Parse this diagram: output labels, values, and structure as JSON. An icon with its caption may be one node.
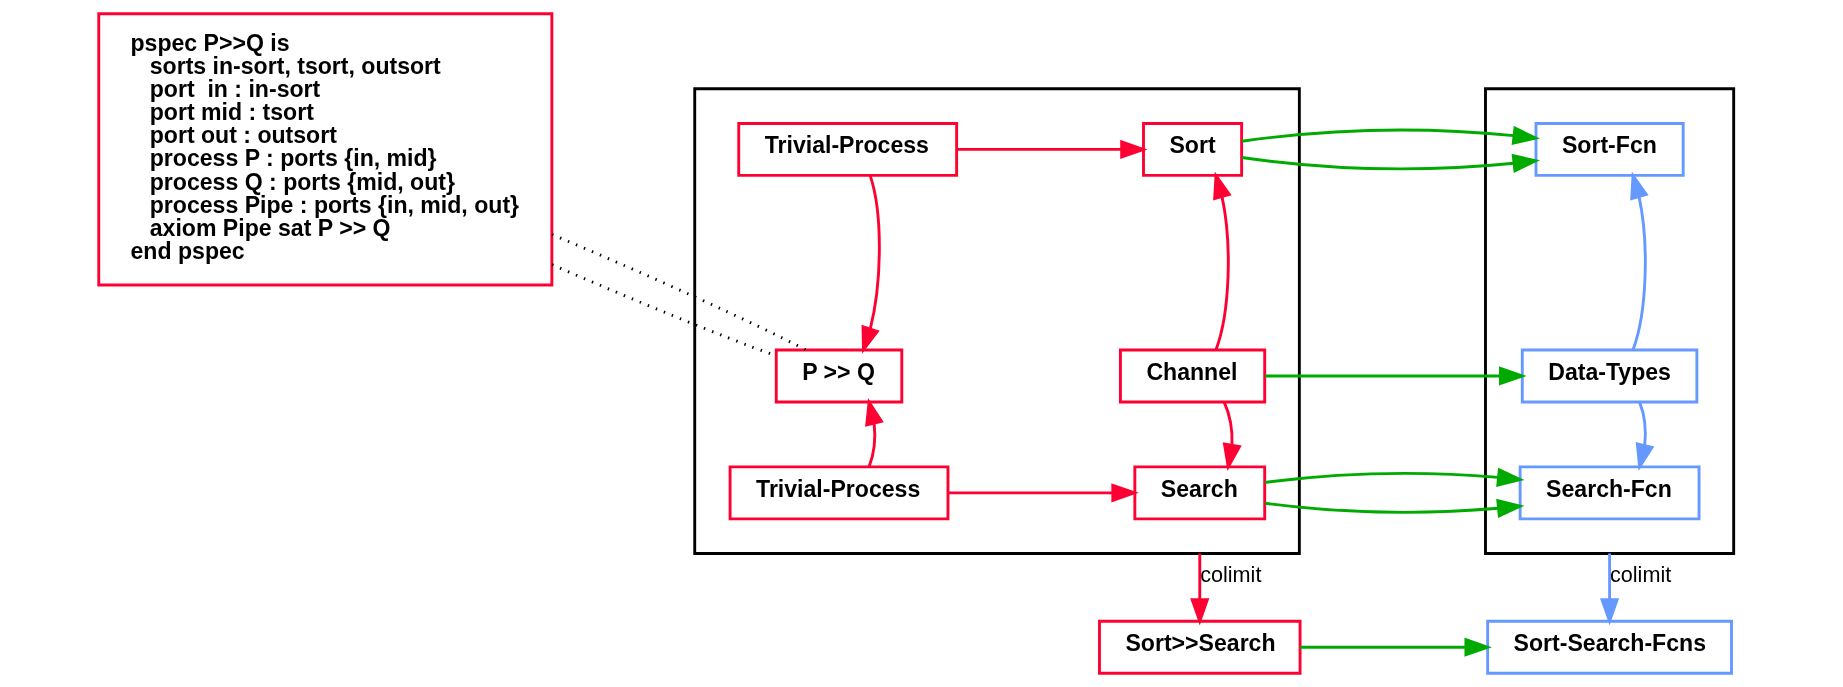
{
  "diagram": {
    "nodes": [
      {
        "text": [
          "pspec P>>Q is",
          "sorts in-sort, tsort, outsort",
          "port  in : in-sort",
          "port mid : tsort",
          "port out : outsort",
          "process P : ports {in, mid}",
          "process Q : ports {mid, out}",
          "process Pipe : ports {in, mid, out}",
          "axiom Pipe sat P >> Q",
          "end pspec"
        ]
      },
      {
        "text": [],
        "shape": "box"
      },
      {
        "text": [
          "Trivial-Process"
        ],
        "in": 1
      },
      {
        "text": [
          "Sort"
        ],
        "in": 1
      },
      {
        "text": [
          "P >> Q"
        ],
        "in": 1
      },
      {
        "text": [
          "Channel"
        ],
        "in": 1
      },
      {
        "text": [
          "Trivial-Process"
        ],
        "in": 1
      },
      {
        "text": [
          "Search"
        ],
        "in": 1
      },
      {
        "text": [],
        "shape": "box"
      },
      {
        "text": [
          "Sort-Fcn"
        ],
        "in": 8
      },
      {
        "text": [
          "Data-Types"
        ],
        "in": 8
      },
      {
        "text": [
          "Search-Fcn"
        ],
        "in": 8
      },
      {
        "text": [
          "Sort>>Search"
        ]
      },
      {
        "text": [
          "Sort-Search-Fcns"
        ]
      }
    ],
    "edges": [
      {
        "from": 0,
        "to": 4,
        "arrow": "none",
        "style": "dashed",
        "color": "#000000"
      },
      {
        "from": 0,
        "to": 4,
        "arrow": "none",
        "style": "dashed",
        "color": "#000000"
      },
      {
        "from": 2,
        "to": 3,
        "arrow": "to"
      },
      {
        "from": 2,
        "to": 4,
        "arrow": "to"
      },
      {
        "from": 6,
        "to": 4,
        "arrow": "to"
      },
      {
        "from": 6,
        "to": 7,
        "arrow": "to"
      },
      {
        "from": 5,
        "to": 3,
        "arrow": "to"
      },
      {
        "from": 5,
        "to": 7,
        "arrow": "to"
      },
      {
        "from": 3,
        "to": 9,
        "arrow": "to",
        "color": "#00aa00"
      },
      {
        "from": 5,
        "to": 10,
        "arrow": "to",
        "color": "#00aa00"
      },
      {
        "from": 7,
        "to": 11,
        "arrow": "to",
        "color": "#00aa00"
      },
      {
        "from": 10,
        "to": 9,
        "arrow": "to",
        "color": "#6699ff"
      },
      {
        "from": 10,
        "to": 11,
        "arrow": "to",
        "color": "#6699ff"
      },
      {
        "from": 1,
        "to": 12,
        "arrow": "to",
        "label": "colimit"
      },
      {
        "from": 8,
        "to": 13,
        "arrow": "to",
        "label": "colimit",
        "color": "#6699ff"
      },
      {
        "from": 12,
        "to": 13,
        "arrow": "to",
        "color": "#00aa00"
      }
    ]
  }
}
